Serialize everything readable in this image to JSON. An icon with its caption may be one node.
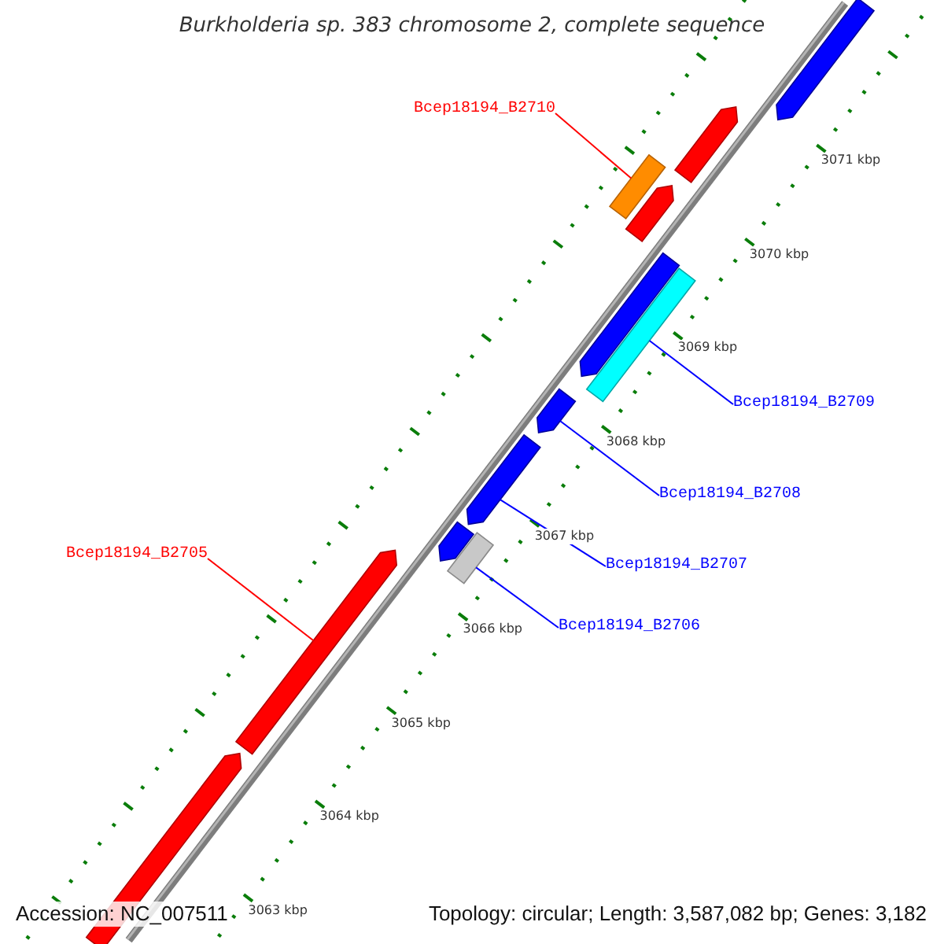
{
  "diagram": {
    "title": "Burkholderia sp. 383 chromosome 2, complete sequence",
    "nodes": [
      {
        "text": [],
        "shape": "bar"
      },
      {
        "text": [
          "Bcep18194_B2710"
        ]
      },
      {
        "text": [],
        "shape": "bar"
      },
      {
        "text": [],
        "shape": "bar"
      },
      {
        "text": [],
        "shape": "bar"
      },
      {
        "text": [],
        "shape": "bar"
      },
      {
        "text": [],
        "shape": "bar"
      },
      {
        "text": [
          "Bcep18194_B2709"
        ]
      },
      {
        "text": [],
        "shape": "bar"
      },
      {
        "text": [
          "Bcep18194_B2708"
        ]
      },
      {
        "text": [],
        "shape": "bar"
      },
      {
        "text": [
          "Bcep18194_B2707"
        ]
      },
      {
        "text": [],
        "shape": "bar"
      },
      {
        "text": [],
        "shape": "bar"
      },
      {
        "text": [
          "Bcep18194_B2706"
        ]
      },
      {
        "text": [
          "Bcep18194_B2705"
        ]
      },
      {
        "text": [],
        "shape": "bar"
      },
      {
        "text": [],
        "shape": "bar"
      }
    ],
    "edges": [
      {
        "from": 1,
        "to": 3,
        "arrow": "none",
        "color": "#ff0000"
      },
      {
        "from": 7,
        "to": 6,
        "arrow": "none"
      },
      {
        "from": 9,
        "to": 8,
        "arrow": "none"
      },
      {
        "from": 11,
        "to": 10,
        "arrow": "none"
      },
      {
        "from": 14,
        "to": 13,
        "arrow": "none"
      },
      {
        "from": 15,
        "to": 16,
        "arrow": "none",
        "color": "#ff0000"
      }
    ],
    "labels": [
      "3071 kbp",
      "3070 kbp",
      "3069 kbp",
      "3068 kbp",
      "3067 kbp",
      "3066 kbp",
      "3065 kbp",
      "3064 kbp",
      "Accession: NC_007511",
      "3063 kbp",
      "Topology: circular; Length: 3,587,082 bp; Genes: 3,182"
    ]
  }
}
